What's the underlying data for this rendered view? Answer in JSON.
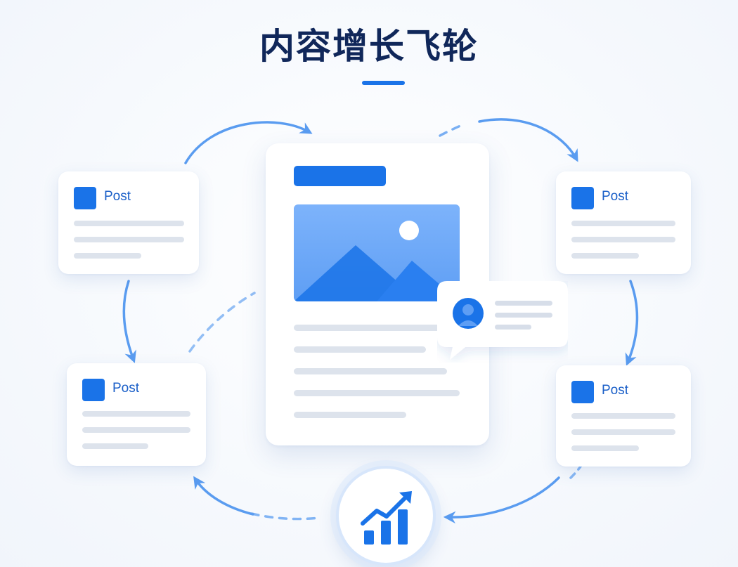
{
  "title": "内容增长飞轮",
  "theme": {
    "accent": "#1a73e8",
    "title_color": "#10275a",
    "connector": "#5a9cf0",
    "skeleton": "#dde3ec",
    "background": "#f8fafd"
  },
  "post_cards": [
    {
      "position": "top-left",
      "label": "Post",
      "icon": "post-square-icon"
    },
    {
      "position": "bottom-left",
      "label": "Post",
      "icon": "post-square-icon"
    },
    {
      "position": "top-right",
      "label": "Post",
      "icon": "post-square-icon"
    },
    {
      "position": "bottom-right",
      "label": "Post",
      "icon": "post-square-icon"
    }
  ],
  "main_card": {
    "image_icon": "mountain-sun-image-icon"
  },
  "comment_bubble": {
    "avatar_icon": "user-avatar-icon"
  },
  "growth_hub": {
    "icon": "growth-chart-icon"
  }
}
